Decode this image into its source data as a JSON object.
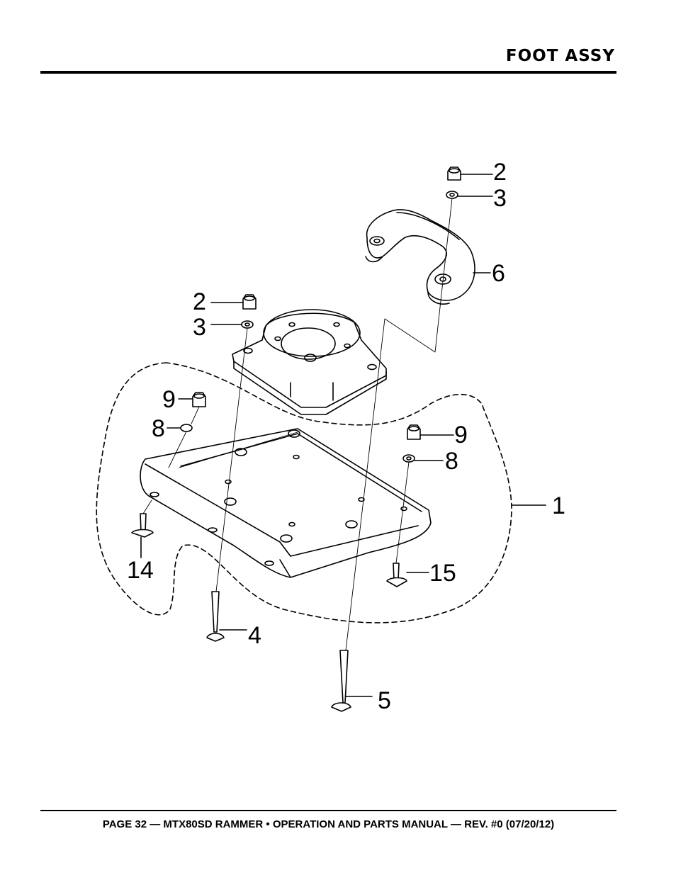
{
  "header": {
    "title": "FOOT ASSY"
  },
  "footer": {
    "text": "PAGE 32 — MTX80SD RAMMER • OPERATION AND PARTS MANUAL — REV. #0 (07/20/12)"
  },
  "callouts": {
    "c2_top": "2",
    "c3_top": "3",
    "c6": "6",
    "c2_left": "2",
    "c3_left": "3",
    "c9_left": "9",
    "c8_left": "8",
    "c9_right": "9",
    "c8_right": "8",
    "c1": "1",
    "c14": "14",
    "c15": "15",
    "c4": "4",
    "c5": "5"
  }
}
